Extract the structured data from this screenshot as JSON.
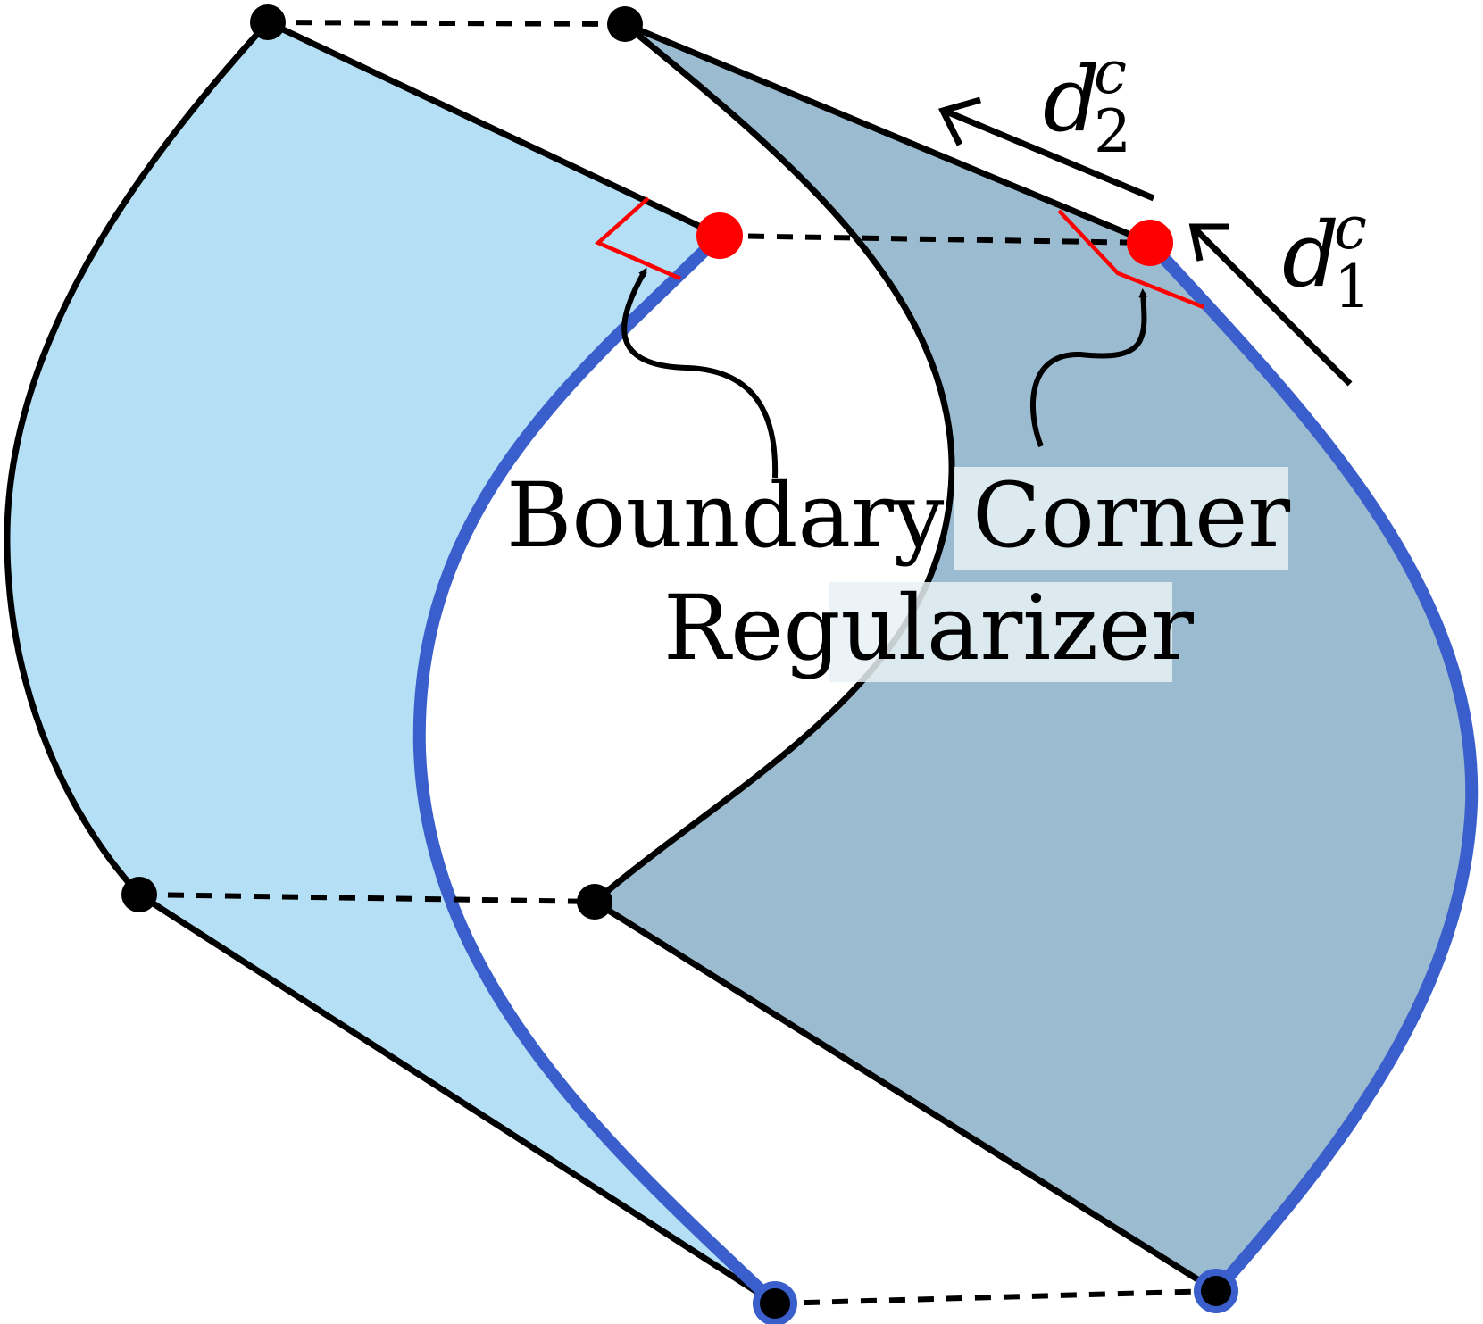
{
  "colors": {
    "left_patch_fill": "#b5dff5",
    "right_patch_fill": "#9bbbd0",
    "shared_boundary": "#3a5fcc",
    "corner_marker": "#ff0000",
    "regularizer_mark": "#ff0000",
    "vertex": "#000000",
    "edge": "#000000",
    "label_background": "#e8f1f5"
  },
  "annotations": {
    "label_line1": "Boundary Corner",
    "label_line2": "Regularizer",
    "d1_base": "d",
    "d1_sup": "c",
    "d1_sub": "1",
    "d2_base": "d",
    "d2_sup": "c",
    "d2_sub": "2"
  },
  "legend_icons": {
    "corner_point": "red-dot-icon",
    "vertex_point": "black-dot-icon",
    "direction_arrow": "arrow-icon"
  }
}
